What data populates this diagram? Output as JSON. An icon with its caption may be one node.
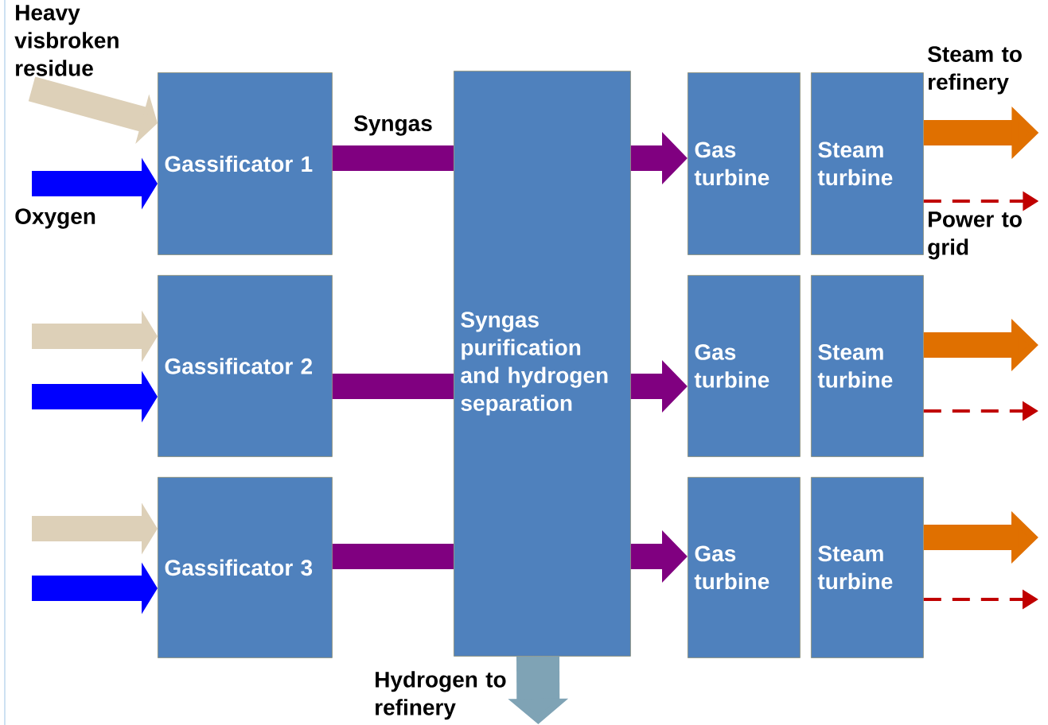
{
  "diagram": {
    "nodes": [
      {
        "text": [
          "Gassificator 1"
        ]
      },
      {
        "text": [
          "Gassificator 2"
        ]
      },
      {
        "text": [
          "Gassificator 3"
        ]
      },
      {
        "text": [
          "Syngas purification and hydrogen separation"
        ]
      },
      {
        "text": [
          "Gas turbine"
        ]
      },
      {
        "text": [
          "Steam turbine"
        ]
      },
      {
        "text": [
          "Gas turbine"
        ]
      },
      {
        "text": [
          "Steam turbine"
        ]
      },
      {
        "text": [
          "Gas turbine"
        ]
      },
      {
        "text": [
          "Steam turbine"
        ]
      },
      {
        "text": [
          "Heavy visbroken residue"
        ]
      },
      {
        "text": [
          "Oxygen"
        ]
      },
      {
        "text": [
          "Steam to refinery"
        ]
      },
      {
        "text": [
          "Power to grid"
        ]
      },
      {
        "text": [
          "Hydrogen to refinery"
        ]
      }
    ],
    "edges": [
      {
        "from": 10,
        "to": 0,
        "arrow": "to",
        "color": "#ddd0b8"
      },
      {
        "from": null,
        "to": 1,
        "arrow": "to",
        "color": "#ddd0b8"
      },
      {
        "from": null,
        "to": 2,
        "arrow": "to",
        "color": "#ddd0b8"
      },
      {
        "from": 11,
        "to": 0,
        "arrow": "to",
        "color": "#0000ff"
      },
      {
        "from": null,
        "to": 1,
        "arrow": "to",
        "color": "#0000ff"
      },
      {
        "from": null,
        "to": 2,
        "arrow": "to",
        "color": "#0000ff"
      },
      {
        "from": 0,
        "to": 3,
        "arrow": "none",
        "label": "Syngas",
        "color": "#800080"
      },
      {
        "from": 1,
        "to": 3,
        "arrow": "none",
        "color": "#800080"
      },
      {
        "from": 2,
        "to": 3,
        "arrow": "none",
        "color": "#800080"
      },
      {
        "from": 3,
        "to": 4,
        "arrow": "to",
        "color": "#800080"
      },
      {
        "from": 3,
        "to": 6,
        "arrow": "to",
        "color": "#800080"
      },
      {
        "from": 3,
        "to": 8,
        "arrow": "to",
        "color": "#800080"
      },
      {
        "from": 5,
        "to": 12,
        "arrow": "to",
        "color": "#e07000"
      },
      {
        "from": 5,
        "to": 13,
        "arrow": "to",
        "style": "dashed",
        "color": "#c00000"
      },
      {
        "from": 7,
        "to": null,
        "arrow": "to",
        "color": "#e07000"
      },
      {
        "from": 7,
        "to": null,
        "arrow": "to",
        "style": "dashed",
        "color": "#c00000"
      },
      {
        "from": 9,
        "to": null,
        "arrow": "to",
        "color": "#e07000"
      },
      {
        "from": 9,
        "to": null,
        "arrow": "to",
        "style": "dashed",
        "color": "#c00000"
      },
      {
        "from": 3,
        "to": 14,
        "arrow": "to",
        "color": "#7fa3b5"
      }
    ]
  }
}
